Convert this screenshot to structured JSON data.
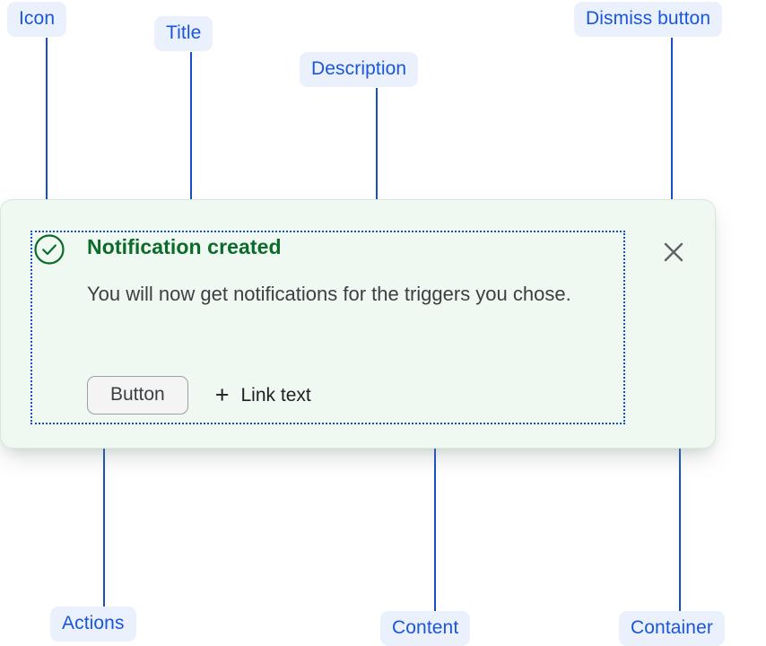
{
  "annotations": [
    {
      "id": "icon",
      "label": "Icon"
    },
    {
      "id": "title",
      "label": "Title"
    },
    {
      "id": "description",
      "label": "Description"
    },
    {
      "id": "dismiss-button",
      "label": "Dismiss button"
    },
    {
      "id": "actions",
      "label": "Actions"
    },
    {
      "id": "content",
      "label": "Content"
    },
    {
      "id": "container",
      "label": "Container"
    }
  ],
  "notification": {
    "status": "success",
    "icon": "check-circle-icon",
    "title": "Notification created",
    "description": "You will now get notifications for the triggers you chose.",
    "actions": {
      "button_label": "Button",
      "link_icon": "plus-icon",
      "link_label": "Link text"
    },
    "dismiss_icon": "close-icon"
  },
  "colors": {
    "annotation_text": "#1a56db",
    "annotation_background": "#eaf1fd",
    "leader_line": "#1750c4",
    "container_background": "#f0f8f2",
    "container_border": "#d5e8db",
    "title_green": "#0b6b2a",
    "description_gray": "#3c4043",
    "dismiss_gray": "#5f6368",
    "button_background": "#f4f4f4",
    "button_border": "#9aa0a6"
  }
}
